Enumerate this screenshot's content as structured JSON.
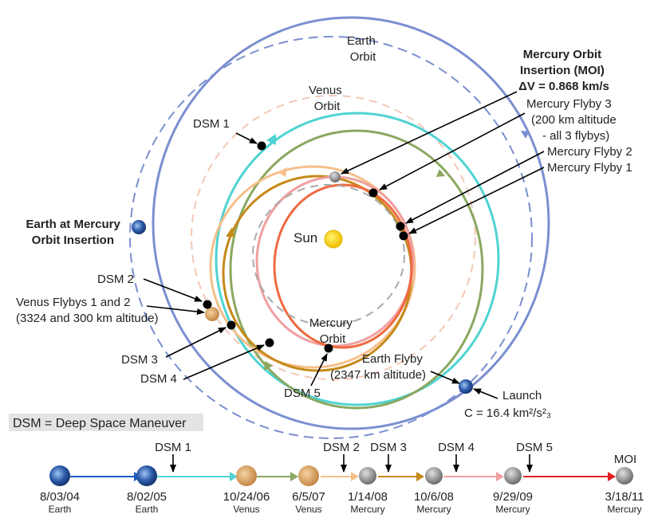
{
  "labels": {
    "earth_orbit": [
      "Earth",
      "Orbit"
    ],
    "venus_orbit": [
      "Venus",
      "Orbit"
    ],
    "mercury_orbit": [
      "Mercury",
      "Orbit"
    ],
    "sun": "Sun",
    "moi": [
      "Mercury Orbit",
      "Insertion (MOI)",
      "ΔV = 0.868 km/s"
    ],
    "mercury_flyby_3": [
      "Mercury Flyby 3",
      "(200 km altitude",
      "- all 3 flybys)"
    ],
    "mercury_flyby_2": "Mercury Flyby 2",
    "mercury_flyby_1": "Mercury Flyby 1",
    "dsm1": "DSM 1",
    "dsm2": "DSM 2",
    "dsm3": "DSM 3",
    "dsm4": "DSM 4",
    "dsm5": "DSM 5",
    "earth_at_moi": [
      "Earth at Mercury",
      "Orbit Insertion"
    ],
    "venus_flybys": [
      "Venus Flybys 1 and 2",
      "(3324 and 300 km altitude)"
    ],
    "earth_flyby": [
      "Earth Flyby",
      "(2347 km altitude)"
    ],
    "launch": [
      "Launch",
      "C = 16.4 km²/s²₃"
    ],
    "legend": "DSM = Deep Space Maneuver"
  },
  "timeline": {
    "events": [
      {
        "date": "8/03/04",
        "body": "Earth",
        "planet": "earth"
      },
      {
        "date": "8/02/05",
        "body": "Earth",
        "planet": "earth"
      },
      {
        "date": "10/24/06",
        "body": "Venus",
        "planet": "venus"
      },
      {
        "date": "6/5/07",
        "body": "Venus",
        "planet": "venus"
      },
      {
        "date": "1/14/08",
        "body": "Mercury",
        "planet": "mercury"
      },
      {
        "date": "10/6/08",
        "body": "Mercury",
        "planet": "mercury"
      },
      {
        "date": "9/29/09",
        "body": "Mercury",
        "planet": "mercury"
      },
      {
        "date": "3/18/11",
        "body": "Mercury",
        "planet": "mercury"
      }
    ],
    "markers": [
      "DSM 1",
      "DSM 2",
      "DSM 3",
      "DSM 4",
      "DSM 5",
      "MOI"
    ]
  },
  "colors": {
    "earth_orbit": "#7b8fd0",
    "cyan": "#4fd3d3",
    "green": "#8aa860",
    "peach": "#f6bf8a",
    "brown": "#c68a1a",
    "pink": "#f0a0a0",
    "red_orange": "#ee6a40",
    "blue_arrow": "#1a5fc0",
    "red_arrow": "#e32020"
  }
}
